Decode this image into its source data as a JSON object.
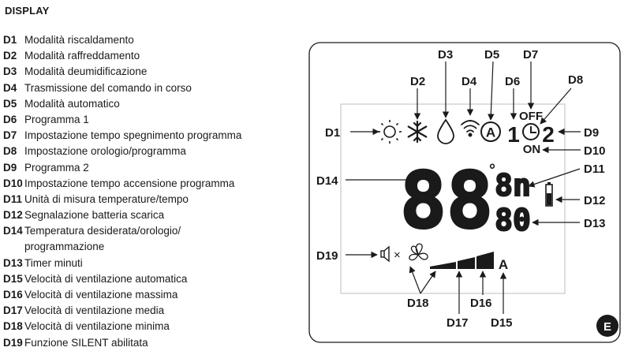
{
  "heading": "DISPLAY",
  "legend": [
    {
      "code": "D1",
      "text": "Modalità riscaldamento"
    },
    {
      "code": "D2",
      "text": "Modalità raffreddamento"
    },
    {
      "code": "D3",
      "text": "Modalità deumidificazione"
    },
    {
      "code": "D4",
      "text": "Trasmissione del comando in corso"
    },
    {
      "code": "D5",
      "text": "Modalità automatico"
    },
    {
      "code": "D6",
      "text": "Programma 1"
    },
    {
      "code": "D7",
      "text": "Impostazione tempo spegnimento programma"
    },
    {
      "code": "D8",
      "text": "Impostazione orologio/programma"
    },
    {
      "code": "D9",
      "text": "Programma 2"
    },
    {
      "code": "D10",
      "text": "Impostazione tempo accensione programma"
    },
    {
      "code": "D11",
      "text": "Unità di misura temperature/tempo"
    },
    {
      "code": "D12",
      "text": "Segnalazione batteria scarica"
    },
    {
      "code": "D14",
      "text": "Temperatura desiderata/orologio/"
    },
    {
      "code": "",
      "text": "programmazione"
    },
    {
      "code": "D13",
      "text": "Timer minuti"
    },
    {
      "code": "D15",
      "text": "Velocità di ventilazione automatica"
    },
    {
      "code": "D16",
      "text": "Velocità di ventilazione massima"
    },
    {
      "code": "D17",
      "text": "Velocità di ventilazione media"
    },
    {
      "code": "D18",
      "text": "Velocità di ventilazione minima"
    },
    {
      "code": "D19",
      "text": "Funzione SILENT abilitata"
    }
  ],
  "display": {
    "callouts": {
      "d1": "D1",
      "d2": "D2",
      "d3": "D3",
      "d4": "D4",
      "d5": "D5",
      "d6": "D6",
      "d7": "D7",
      "d8": "D8",
      "d9": "D9",
      "d10": "D10",
      "d11": "D11",
      "d12": "D12",
      "d13": "D13",
      "d14": "D14",
      "d15": "D15",
      "d16": "D16",
      "d17": "D17",
      "d18": "D18",
      "d19": "D19"
    },
    "auto_symbol": "A",
    "program_1": "1",
    "program_2": "2",
    "off_text": "OFF",
    "on_text": "ON",
    "main_digits": "88",
    "degree_symbol": "°",
    "unit_digits": "8n",
    "minute_digits": "80",
    "fan_auto_symbol": "A",
    "silent_x": "×",
    "badge": "E"
  }
}
